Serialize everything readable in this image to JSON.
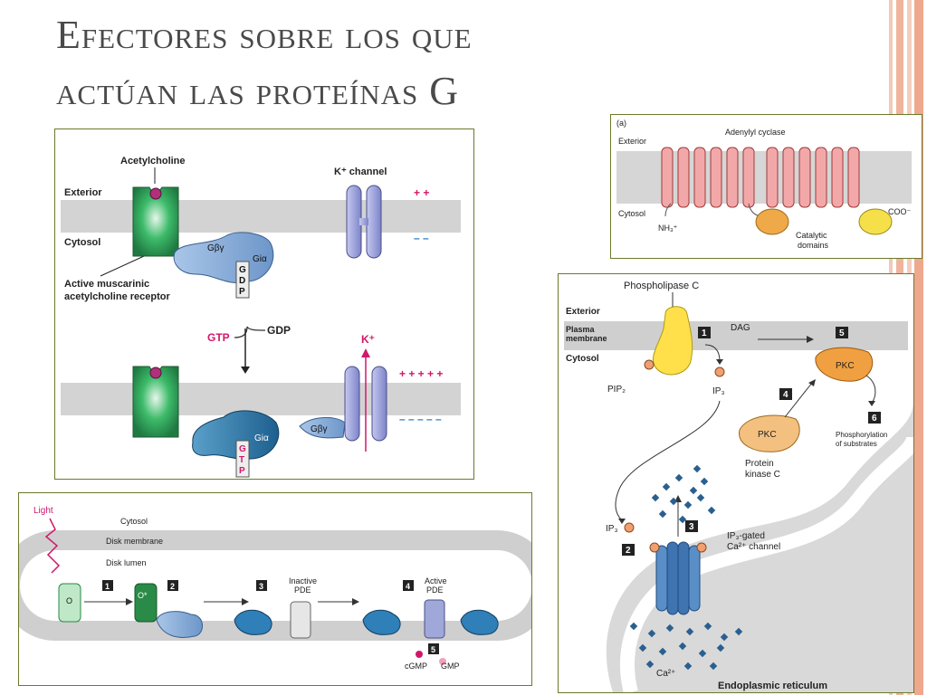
{
  "slide": {
    "title_line1": "Efectores sobre los que",
    "title_line2": "actúan las proteínas G"
  },
  "panel_k_channel": {
    "acetylcholine": "Acetylcholine",
    "k_channel": "K⁺ channel",
    "exterior": "Exterior",
    "cytosol": "Cytosol",
    "receptor_label_1": "Active muscarinic",
    "receptor_label_2": "acetylcholine receptor",
    "g_beta_gamma": "Gβγ",
    "g_alpha": "Giα",
    "gdp_letters": [
      "G",
      "D",
      "P"
    ],
    "gtp_letters": [
      "G",
      "T",
      "P"
    ],
    "gtp": "GTP",
    "gdp": "GDP",
    "k_plus": "K⁺",
    "charges_top_plus": "+ +",
    "charges_top_minus": "– –",
    "charges_bottom_plus": "+ + + + +",
    "charges_bottom_minus": "– – – – –"
  },
  "panel_adenylyl": {
    "label_a": "(a)",
    "exterior": "Exterior",
    "enzyme": "Adenylyl cyclase",
    "cytosol": "Cytosol",
    "nh3": "NH₃⁺",
    "coo": "COO⁻",
    "catalytic_1": "Catalytic",
    "catalytic_2": "domains"
  },
  "panel_phototransduction": {
    "light": "Light",
    "cytosol": "Cytosol",
    "disk_membrane": "Disk membrane",
    "disk_lumen": "Disk lumen",
    "steps": [
      "1",
      "2",
      "3",
      "4",
      "5"
    ],
    "o_label": "O",
    "o_star": "O*",
    "inactive_pde_1": "Inactive",
    "inactive_pde_2": "PDE",
    "active_pde_1": "Active",
    "active_pde_2": "PDE",
    "cgmp": "cGMP",
    "gmp": "GMP"
  },
  "panel_plc": {
    "enzyme": "Phospholipase C",
    "exterior": "Exterior",
    "plasma_1": "Plasma",
    "plasma_2": "membrane",
    "cytosol": "Cytosol",
    "pip2": "PIP₂",
    "ip3": "IP₃",
    "dag": "DAG",
    "pkc": "PKC",
    "protein_kinase_1": "Protein",
    "protein_kinase_2": "kinase C",
    "phospho_1": "Phosphorylation",
    "phospho_2": "of substrates",
    "ip3_gated_1": "IP₃-gated",
    "ip3_gated_2": "Ca²⁺ channel",
    "ca": "Ca²⁺",
    "er": "Endoplasmic reticulum",
    "steps": [
      "1",
      "2",
      "3",
      "4",
      "5",
      "6"
    ]
  }
}
